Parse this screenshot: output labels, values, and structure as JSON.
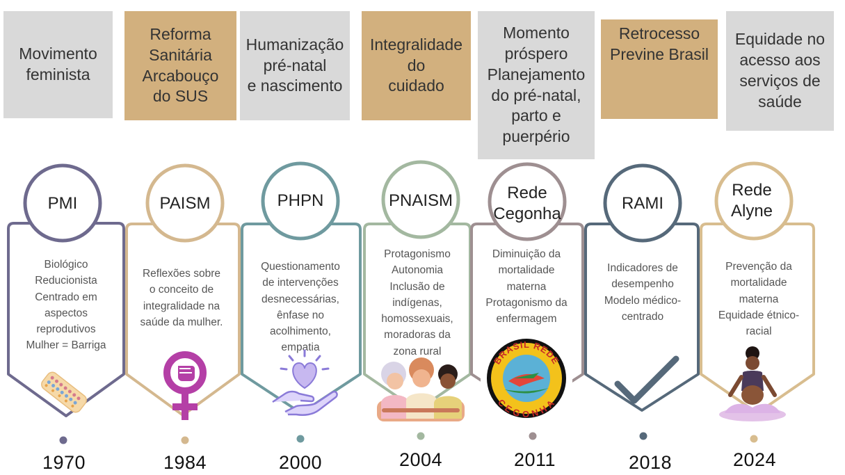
{
  "milestones": [
    {
      "top": "Movimento\nfeminista",
      "acronym": "PMI",
      "desc": "Biológico\nReducionista\nCentrado em\naspectos\nreprodutivos\nMulher = Barriga",
      "year": "1970",
      "color": "#6e6a8e",
      "box": "grey",
      "icon": "pill-pack-icon"
    },
    {
      "top": "Reforma\nSanitária\nArcabouço\ndo SUS",
      "acronym": "PAISM",
      "desc": "Reflexões sobre\no conceito de\nintegralidade na\nsaúde da mulher.",
      "year": "1984",
      "color": "#d4b88f",
      "box": "tan",
      "icon": "feminist-fist-icon"
    },
    {
      "top": "Humanização\npré-natal\ne nascimento",
      "acronym": "PHPN",
      "desc": "Questionamento\nde intervenções\ndesnecessárias,\nênfase no\nacolhimento,\nempatia",
      "year": "2000",
      "color": "#6f9a9f",
      "box": "grey",
      "icon": "heart-hand-icon"
    },
    {
      "top": "Integralidade\ndo\ncuidado",
      "acronym": "PNAISM",
      "desc": "Protagonismo\nAutonomia\nInclusão de\nindígenas,\nhomossexuais,\nmoradoras da\nzona rural",
      "year": "2004",
      "color": "#a3b8a0",
      "box": "tan",
      "icon": "diverse-women-icon"
    },
    {
      "top": "Momento\npróspero\nPlanejamento\ndo pré-natal,\nparto e\npuerpério",
      "acronym": "Rede\nCegonha",
      "desc": "Diminuição da\nmortalidade\nmaterna\nProtagonismo da\nenfermagem",
      "year": "2011",
      "color": "#9e8f91",
      "box": "grey",
      "icon": "rede-cegonha-logo"
    },
    {
      "top": "Retrocesso\nPrevine Brasil",
      "acronym": "RAMI",
      "desc": "Indicadores de\ndesempenho\nModelo médico-\ncentrado",
      "year": "2018",
      "color": "#56697a",
      "box": "tan",
      "icon": "checkmark-icon"
    },
    {
      "top": "Equidade no\nacesso aos\nserviços de\nsaúde",
      "acronym": "Rede\nAlyne",
      "desc": "Prevenção da\nmortalidade\nmaterna\nEquidade étnico-\nracial",
      "year": "2024",
      "color": "#d8bd8f",
      "box": "grey",
      "icon": "pregnant-woman-icon"
    }
  ],
  "logo": {
    "top_text": "BRASIL REDE",
    "bottom_text": "CEGONHA"
  }
}
